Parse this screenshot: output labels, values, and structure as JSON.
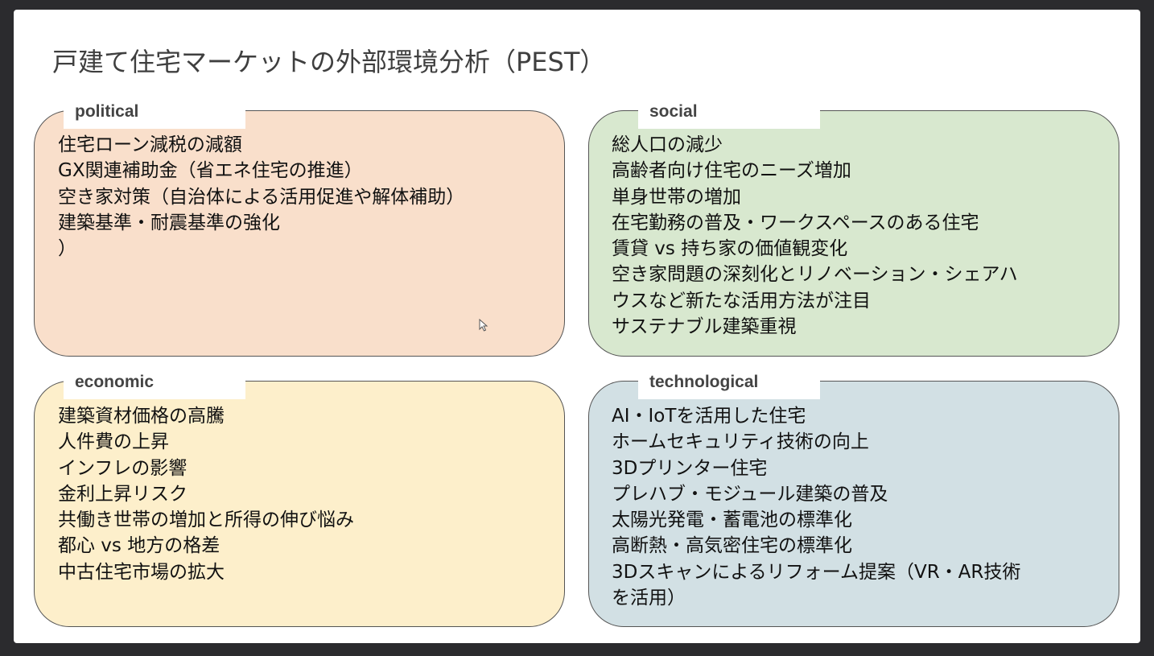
{
  "slide": {
    "title": "戸建て住宅マーケットの外部環境分析（PEST）"
  },
  "political": {
    "label": "political",
    "items": [
      "住宅ローン減税の減額",
      "GX関連補助金（省エネ住宅の推進）",
      "空き家対策（自治体による活用促進や解体補助）",
      "建築基準・耐震基準の強化",
      "）"
    ]
  },
  "social": {
    "label": "social",
    "items": [
      "総人口の減少",
      "高齢者向け住宅のニーズ増加",
      "単身世帯の増加",
      "在宅勤務の普及・ワークスペースのある住宅",
      "賃貸 vs 持ち家の価値観変化",
      "空き家問題の深刻化とリノベーション・シェアハ",
      "ウスなど新たな活用方法が注目",
      "サステナブル建築重視"
    ]
  },
  "economic": {
    "label": "economic",
    "items": [
      "建築資材価格の高騰",
      "人件費の上昇",
      "インフレの影響",
      "金利上昇リスク",
      "共働き世帯の増加と所得の伸び悩み",
      "都心 vs 地方の格差",
      "中古住宅市場の拡大"
    ]
  },
  "technological": {
    "label": "technological",
    "items": [
      "AI・IoTを活用した住宅",
      "ホームセキュリティ技術の向上",
      "3Dプリンター住宅",
      "プレハブ・モジュール建築の普及",
      "太陽光発電・蓄電池の標準化",
      "高断熱・高気密住宅の標準化",
      "3Dスキャンによるリフォーム提案（VR・AR技術",
      "を活用）"
    ]
  },
  "colors": {
    "political_fill": "#f9dfcb",
    "social_fill": "#d8e8cf",
    "economic_fill": "#fdefcb",
    "technological_fill": "#d2e0e4",
    "outer_background": "#2b2b2e"
  },
  "icons": {
    "cursor": "mouse-pointer-icon"
  }
}
